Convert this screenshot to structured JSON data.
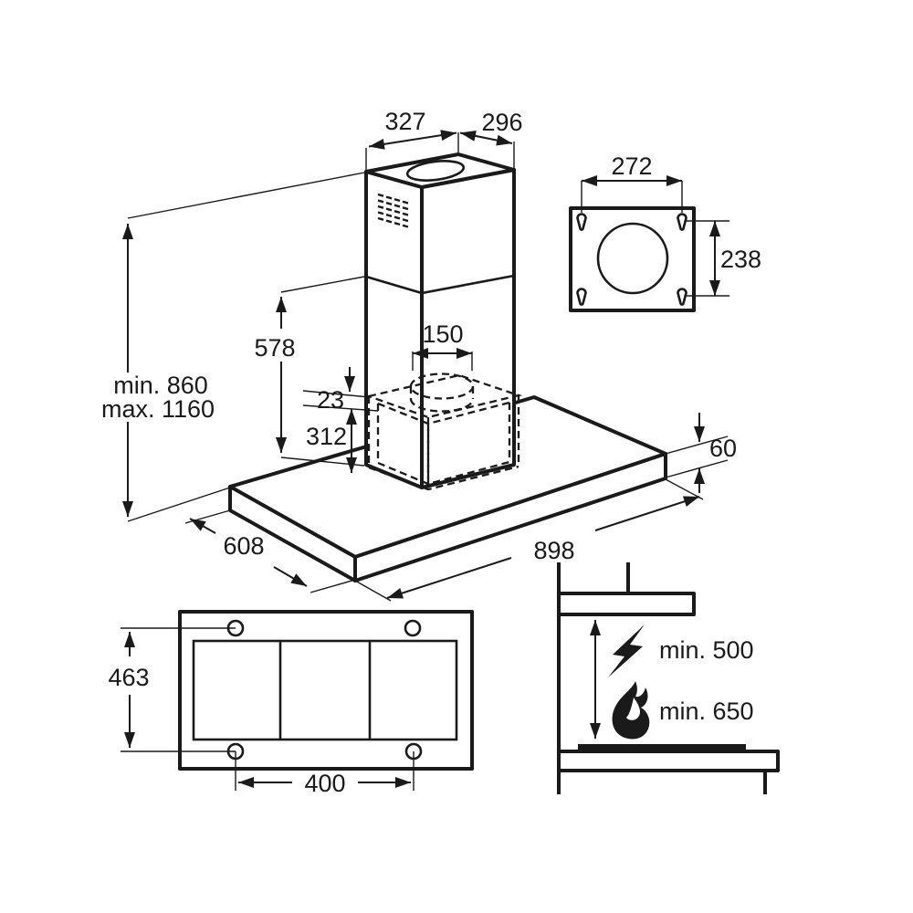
{
  "diagram_type": "cooker-hood-installation-dimensions",
  "colors": {
    "line": "#1a1a1a",
    "background": "#ffffff"
  },
  "dims": {
    "chimney_depth": "327",
    "chimney_width": "296",
    "mount_plate_width": "272",
    "mount_plate_depth": "238",
    "duct_diameter": "150",
    "collar_offset": "23",
    "housing_height": "312",
    "chimney_section_height": "578",
    "height_min": "min. 860",
    "height_max": "max. 1160",
    "body_thickness": "60",
    "body_length": "898",
    "body_depth": "608",
    "underside_depth": "463",
    "filter_hole_spacing": "400",
    "clearance_electric": "min. 500",
    "clearance_gas": "min. 650"
  },
  "icons": {
    "electric_hob": "lightning-bolt",
    "gas_hob": "flame"
  }
}
